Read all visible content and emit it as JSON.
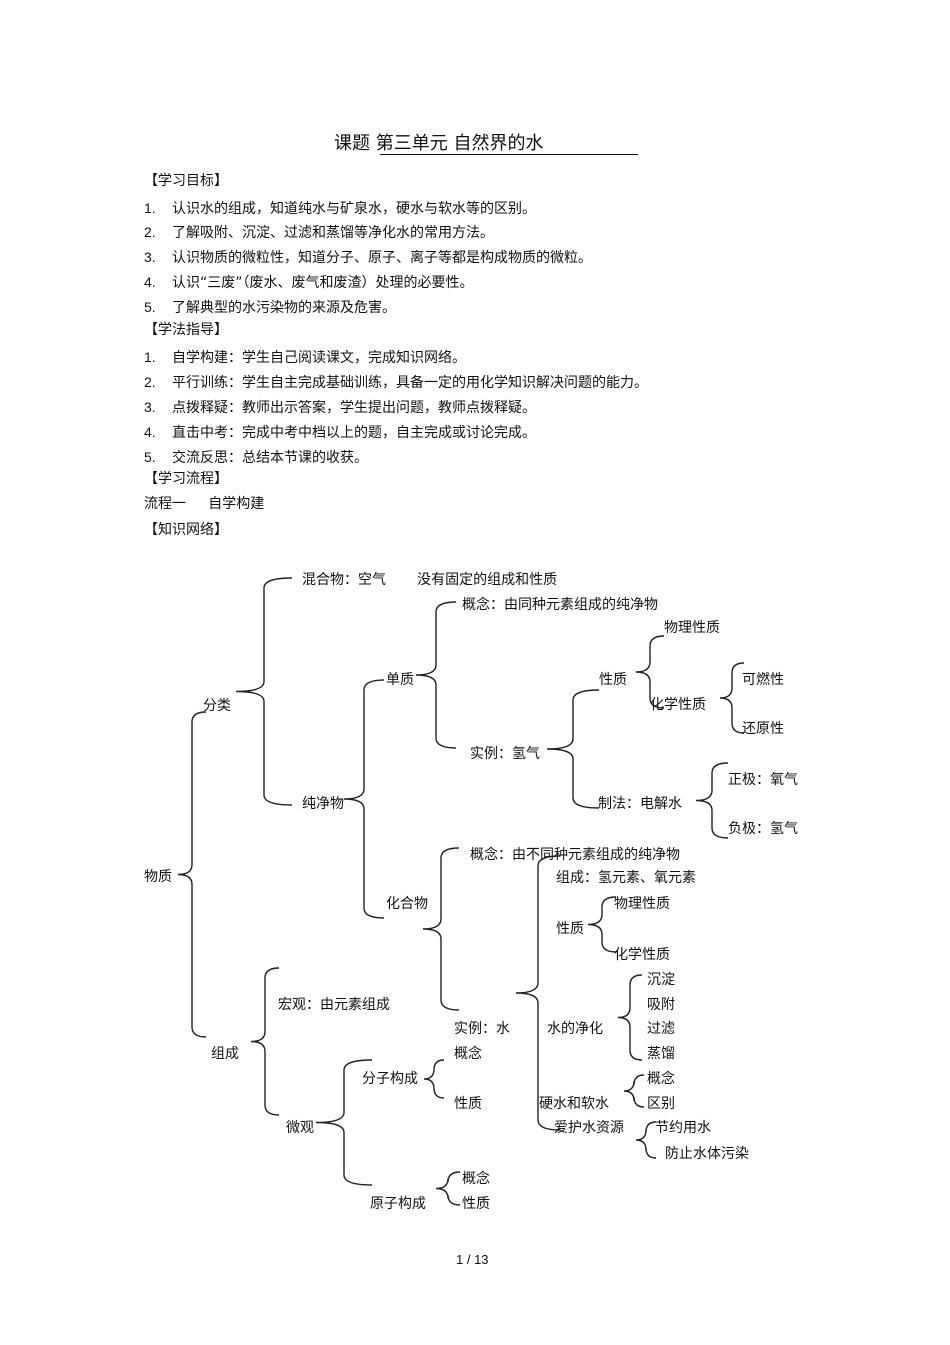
{
  "header": {
    "title": "课题    第三单元   自然界的水"
  },
  "sections": {
    "goals": {
      "heading": "【学习目标】",
      "items": [
        {
          "n": "1.",
          "text": "认识水的组成，知道纯水与矿泉水，硬水与软水等的区别。"
        },
        {
          "n": "2.",
          "text": "了解吸附、沉淀、过滤和蒸馏等净化水的常用方法。"
        },
        {
          "n": "3.",
          "text": "认识物质的微粒性，知道分子、原子、离子等都是构成物质的微粒。"
        },
        {
          "n": "4.",
          "text": "认识“三废”（废水、废气和废渣）处理的必要性。"
        },
        {
          "n": "5.",
          "text": "了解典型的水污染物的来源及危害。"
        }
      ]
    },
    "methods": {
      "heading": "【学法指导】",
      "items": [
        {
          "n": "1.",
          "text": "自学构建：学生自己阅读课文，完成知识网络。"
        },
        {
          "n": "2.",
          "text": "平行训练：学生自主完成基础训练，具备一定的用化学知识解决问题的能力。"
        },
        {
          "n": "3.",
          "text": "点拨释疑：教师出示答案，学生提出问题，教师点拨释疑。"
        },
        {
          "n": "4.",
          "text": "直击中考：完成中考中档以上的题，自主完成或讨论完成。"
        },
        {
          "n": "5.",
          "text": "交流反思：总结本节课的收获。"
        }
      ]
    },
    "flow": {
      "heading": "【学习流程】",
      "step1": "流程一     自学构建"
    },
    "network": {
      "heading": "【知识网络】"
    }
  },
  "tree": {
    "root": "物质",
    "classify": "分类",
    "mixture": "混合物：空气       没有固定的组成和性质",
    "pure": "纯净物",
    "element": "单质",
    "element_concept": "概念：由同种元素组成的纯净物",
    "element_example": "实例：氢气",
    "h2_props": "性质",
    "h2_physical": "物理性质",
    "h2_chemical": "化学性质",
    "h2_flammable": "可燃性",
    "h2_reducing": "还原性",
    "h2_prep": "制法：电解水",
    "anode": "正极：氧气",
    "cathode": "负极：氢气",
    "compound": "化合物",
    "compound_concept": "概念：由不同种元素组成的纯净物",
    "compound_example": "实例：水",
    "water_comp": "组成：氢元素、氧元素",
    "water_props": "性质",
    "water_physical": "物理性质",
    "water_chemical": "化学性质",
    "purify": "水的净化",
    "purify_items": [
      "沉淀",
      "吸附",
      "过滤",
      "蒸馏"
    ],
    "hard_soft": "硬水和软水",
    "hard_soft_items": [
      "概念",
      "区别"
    ],
    "protect": "爱护水资源",
    "protect_items": [
      "节约用水",
      "防止水体污染"
    ],
    "composition": "组成",
    "macro": "宏观：由元素组成",
    "micro": "微观",
    "molecule": "分子构成",
    "molecule_items": [
      "概念",
      "性质"
    ],
    "atom": "原子构成",
    "atom_items": [
      "概念",
      "性质"
    ]
  },
  "footer": {
    "page": "1 / 13"
  }
}
